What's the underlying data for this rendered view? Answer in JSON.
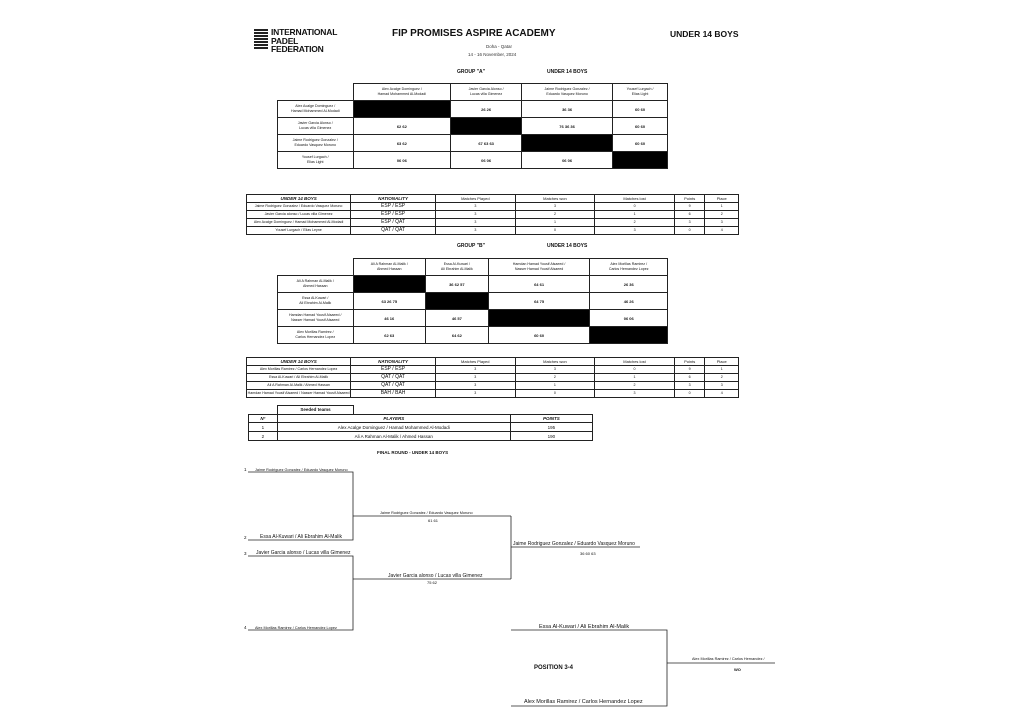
{
  "header": {
    "logo_text": "INTERNATIONAL\nPADEL\nFEDERATION",
    "title": "FIP PROMISES ASPIRE ACADEMY",
    "category": "UNDER 14 BOYS",
    "location": "Doha - Qatar",
    "dates": "14 - 16 November, 2024"
  },
  "groupA": {
    "label": "GROUP \"A\"",
    "category": "UNDER 14 BOYS",
    "cols": [
      [
        "Alex Acalge Dominguez /",
        "Hamad Mohammed Al-Modadi"
      ],
      [
        "Javier Garcia Alonso /",
        "Lucas villa Gimenez"
      ],
      [
        "Jaime Rodriguez Gonzalez /",
        "Eduardo Vasquez Moruno"
      ],
      [
        "Yousef Lurgach /",
        "Elias Light"
      ]
    ],
    "rows": [
      {
        "names": [
          "Alex Acalge Dominguez /",
          "Hamad Mohammed Al-Modadi"
        ],
        "cells": [
          "",
          "26 26",
          "36 36",
          "60 60"
        ]
      },
      {
        "names": [
          "Javier Garcia Alonso /",
          "Lucas villa Gimenez"
        ],
        "cells": [
          "62 62",
          "",
          "76 36 36",
          "60 60"
        ]
      },
      {
        "names": [
          "Jaime Rodriguez Gonzalez /",
          "Eduardo Vasquez Moruno"
        ],
        "cells": [
          "63 62",
          "67 63 63",
          "",
          "60 60"
        ]
      },
      {
        "names": [
          "Yousef Lurgach /",
          "Elias Light"
        ],
        "cells": [
          "06 06",
          "06 06",
          "06 06",
          ""
        ]
      }
    ],
    "standings": {
      "headers": [
        "UNDER 14 BOYS",
        "NATIONALITY",
        "Matches Played",
        "Matches won",
        "Matches lost",
        "Points",
        "Place"
      ],
      "rows": [
        [
          "Jaime Rodriguez Gonzalez / Eduardo Vasquez Moruno",
          "ESP / ESP",
          "3",
          "3",
          "0",
          "9",
          "1"
        ],
        [
          "Javier Garcia alonso / Lucas villa Gimenez",
          "ESP / ESP",
          "3",
          "2",
          "1",
          "6",
          "2"
        ],
        [
          "Alex Acalge Dominguez / Hamad Mohammed Al-Modadi",
          "ESP / QAT",
          "3",
          "1",
          "2",
          "3",
          "3"
        ],
        [
          "Yousef Lurgach / Elias Leyne",
          "QAT / QAT",
          "3",
          "0",
          "3",
          "0",
          "4"
        ]
      ]
    }
  },
  "groupB": {
    "label": "GROUP \"B\"",
    "category": "UNDER 14 BOYS",
    "cols": [
      [
        "Ali A Rahman Al-Malik /",
        "Ahmed Hassan"
      ],
      [
        "Essa Al-Kuwari /",
        "Ali Ebrahim Al-Malik"
      ],
      [
        "Hamdan Hamad Yousif Alsaeed /",
        "Nasser Hamad Yousif Alsaeed"
      ],
      [
        "Alex Morillas Ramirez /",
        "Carlos Hernandez Lopez"
      ]
    ],
    "rows": [
      {
        "names": [
          "Ali A Rahman Al-Malik /",
          "Ahmed Hassan"
        ],
        "cells": [
          "",
          "36 62 57",
          "64 61",
          "26 36"
        ]
      },
      {
        "names": [
          "Essa Al-Kuwari /",
          "Ali Ebrahim Al-Malik"
        ],
        "cells": [
          "63 26 75",
          "",
          "64 75",
          "46 26"
        ]
      },
      {
        "names": [
          "Hamdan Hamad Yousif Alsaeed /",
          "Nasser Hamad Yousif Alsaeed"
        ],
        "cells": [
          "46 16",
          "46 57",
          "",
          "06 06"
        ]
      },
      {
        "names": [
          "Alex Morillas Ramirez /",
          "Carlos Hernandez Lopez"
        ],
        "cells": [
          "62 63",
          "64 62",
          "60 60",
          ""
        ]
      }
    ],
    "standings": {
      "headers": [
        "UNDER 14 BOYS",
        "NATIONALITY",
        "Matches Played",
        "Matches won",
        "Matches lost",
        "Points",
        "Place"
      ],
      "rows": [
        [
          "Alex Morillas Ramirez / Carlos Hernandez Lopez",
          "ESP / ESP",
          "3",
          "3",
          "0",
          "9",
          "1"
        ],
        [
          "Essa Al-Kuwari / Ali Ebrahim Al-Malik",
          "QAT / QAT",
          "3",
          "2",
          "1",
          "6",
          "2"
        ],
        [
          "Ali A Rahman Al-Malik / Ahmed Hassan",
          "QAT / QAT",
          "3",
          "1",
          "2",
          "3",
          "3"
        ],
        [
          "Hamdan Hamad Yousif Alsaeed / Nasser Hamad Yousif Alsaeed",
          "BAH / BAH",
          "3",
          "0",
          "3",
          "0",
          "4"
        ]
      ]
    }
  },
  "seeded": {
    "title": "Seeded teams",
    "headers": [
      "N°",
      "PLAYERS",
      "POINTS"
    ],
    "rows": [
      [
        "1",
        "Alex Acalge Dominguez / Hamad Mohammed Al-Modadi",
        "195"
      ],
      [
        "2",
        "Ali A Rahman Al-Malik / Ahmed Hassan",
        "190"
      ]
    ]
  },
  "final": {
    "title": "FINAL ROUND - UNDER 14 BOYS",
    "r1": [
      {
        "seed": "1",
        "name": "Jaime Rodriguez Gonzalez / Eduardo Vasquez Moruno"
      },
      {
        "seed": "2",
        "name": "Essa Al-Kuwari / Ali Ebrahim Al-Malik"
      },
      {
        "seed": "3",
        "name": "Javier Garcia alonso / Lucas villa Gimenez"
      },
      {
        "seed": "4",
        "name": "Alex Morillas Ramirez / Carlos Hernandez Lopez"
      }
    ],
    "semi1": {
      "name": "Jaime Rodriguez Gonzalez / Eduardo Vasquez Moruno",
      "score": "61 61"
    },
    "semi2": {
      "name": "Javier Garcia alonso / Lucas villa Gimenez",
      "score": "75 62"
    },
    "winner": {
      "name": "Jaime Rodriguez Gonzalez / Eduardo Vasquez Moruno",
      "score": "36 60 63"
    },
    "third": {
      "label": "POSITION 3-4",
      "team1": "Essa Al-Kuwari / Ali Ebrahim Al-Malik",
      "team2": "Alex Morillas Ramirez / Carlos Hernandez Lopez",
      "winner": "Alex Morillas Ramirez / Carlos Hernandez /",
      "score": "WO"
    }
  }
}
